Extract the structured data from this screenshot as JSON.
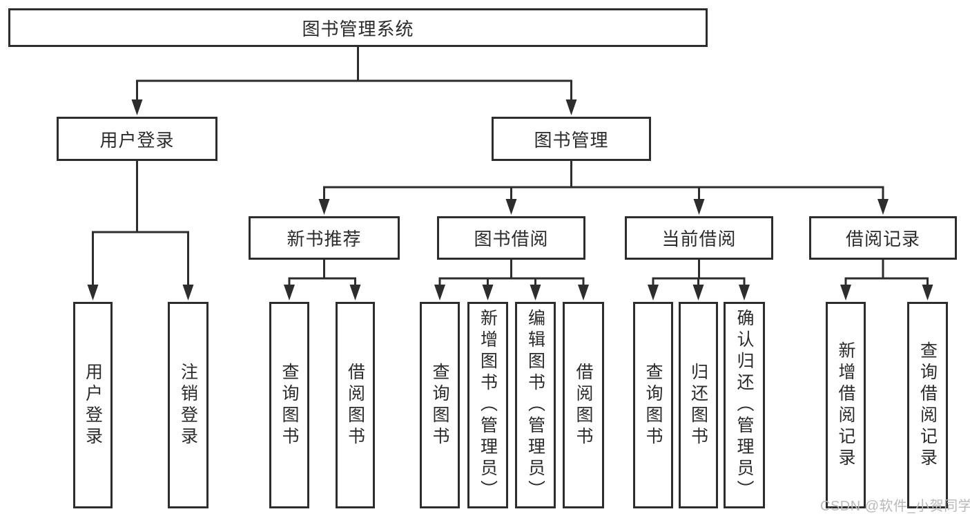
{
  "tree": {
    "label": "图书管理系统",
    "children": [
      {
        "label": "用户登录",
        "children": [
          {
            "label": "用户登录"
          },
          {
            "label": "注销登录"
          }
        ]
      },
      {
        "label": "图书管理",
        "children": [
          {
            "label": "新书推荐",
            "children": [
              {
                "label": "查询图书"
              },
              {
                "label": "借阅图书"
              }
            ]
          },
          {
            "label": "图书借阅",
            "children": [
              {
                "label": "查询图书"
              },
              {
                "label": "新增图书（管理员）"
              },
              {
                "label": "编辑图书（管理员）"
              },
              {
                "label": "借阅图书"
              }
            ]
          },
          {
            "label": "当前借阅",
            "children": [
              {
                "label": "查询图书"
              },
              {
                "label": "归还图书"
              },
              {
                "label": "确认归还（管理员）"
              }
            ]
          },
          {
            "label": "借阅记录",
            "children": [
              {
                "label": "新增借阅记录"
              },
              {
                "label": "查询借阅记录"
              }
            ]
          }
        ]
      }
    ]
  },
  "watermark": {
    "text": "CSDN @软件_小贺同学"
  },
  "colors": {
    "line": "#2d2d2d",
    "box_background": "#ffffff",
    "text": "#2b2b2b",
    "watermark": "#b9b9b9"
  }
}
